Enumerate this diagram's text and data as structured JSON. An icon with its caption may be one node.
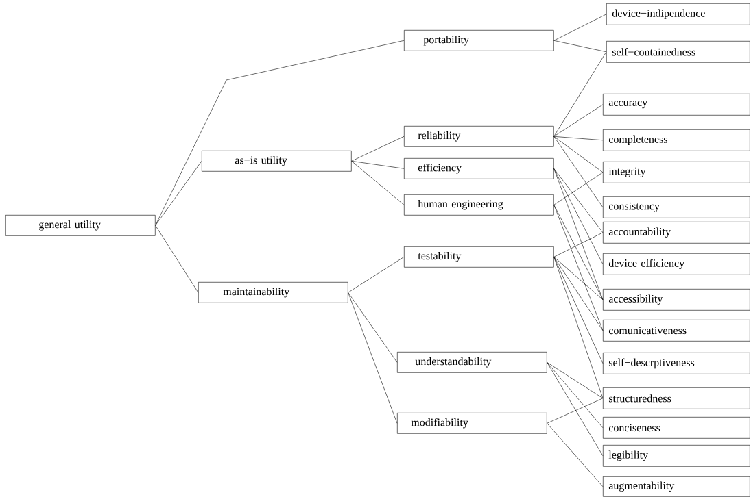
{
  "diagram": {
    "nodes": [
      {
        "text": [
          "general utility"
        ]
      },
      {
        "text": [
          "portability"
        ]
      },
      {
        "text": [
          "as−is utility"
        ]
      },
      {
        "text": [
          "maintainability"
        ]
      },
      {
        "text": [
          "reliability"
        ]
      },
      {
        "text": [
          "efficiency"
        ]
      },
      {
        "text": [
          "human engineering"
        ]
      },
      {
        "text": [
          "testability"
        ]
      },
      {
        "text": [
          "understandability"
        ]
      },
      {
        "text": [
          "modifiability"
        ]
      },
      {
        "text": [
          "device−indipendence"
        ]
      },
      {
        "text": [
          "self−containedness"
        ]
      },
      {
        "text": [
          "accuracy"
        ]
      },
      {
        "text": [
          "completeness"
        ]
      },
      {
        "text": [
          "integrity"
        ]
      },
      {
        "text": [
          "consistency"
        ]
      },
      {
        "text": [
          "accountability"
        ]
      },
      {
        "text": [
          "device efficiency"
        ]
      },
      {
        "text": [
          "accessibility"
        ]
      },
      {
        "text": [
          "comunicativeness"
        ]
      },
      {
        "text": [
          "self−descrptiveness"
        ]
      },
      {
        "text": [
          "structuredness"
        ]
      },
      {
        "text": [
          "conciseness"
        ]
      },
      {
        "text": [
          "legibility"
        ]
      },
      {
        "text": [
          "augmentability"
        ]
      }
    ],
    "edges": [
      {
        "from": 0,
        "to": 1,
        "arrow": "none"
      },
      {
        "from": 0,
        "to": 2,
        "arrow": "none"
      },
      {
        "from": 0,
        "to": 3,
        "arrow": "none"
      },
      {
        "from": 1,
        "to": 10,
        "arrow": "none"
      },
      {
        "from": 1,
        "to": 11,
        "arrow": "none"
      },
      {
        "from": 2,
        "to": 4,
        "arrow": "none"
      },
      {
        "from": 2,
        "to": 5,
        "arrow": "none"
      },
      {
        "from": 2,
        "to": 6,
        "arrow": "none"
      },
      {
        "from": 3,
        "to": 7,
        "arrow": "none"
      },
      {
        "from": 3,
        "to": 8,
        "arrow": "none"
      },
      {
        "from": 3,
        "to": 9,
        "arrow": "none"
      },
      {
        "from": 4,
        "to": 11,
        "arrow": "none"
      },
      {
        "from": 4,
        "to": 12,
        "arrow": "none"
      },
      {
        "from": 4,
        "to": 13,
        "arrow": "none"
      },
      {
        "from": 4,
        "to": 14,
        "arrow": "none"
      },
      {
        "from": 4,
        "to": 15,
        "arrow": "none"
      },
      {
        "from": 5,
        "to": 16,
        "arrow": "none"
      },
      {
        "from": 5,
        "to": 17,
        "arrow": "none"
      },
      {
        "from": 5,
        "to": 18,
        "arrow": "none"
      },
      {
        "from": 6,
        "to": 14,
        "arrow": "none"
      },
      {
        "from": 6,
        "to": 18,
        "arrow": "none"
      },
      {
        "from": 6,
        "to": 19,
        "arrow": "none"
      },
      {
        "from": 7,
        "to": 16,
        "arrow": "none"
      },
      {
        "from": 7,
        "to": 18,
        "arrow": "none"
      },
      {
        "from": 7,
        "to": 19,
        "arrow": "none"
      },
      {
        "from": 7,
        "to": 20,
        "arrow": "none"
      },
      {
        "from": 7,
        "to": 21,
        "arrow": "none"
      },
      {
        "from": 8,
        "to": 21,
        "arrow": "none"
      },
      {
        "from": 8,
        "to": 22,
        "arrow": "none"
      },
      {
        "from": 8,
        "to": 23,
        "arrow": "none"
      },
      {
        "from": 9,
        "to": 21,
        "arrow": "none"
      },
      {
        "from": 9,
        "to": 24,
        "arrow": "none"
      }
    ]
  }
}
